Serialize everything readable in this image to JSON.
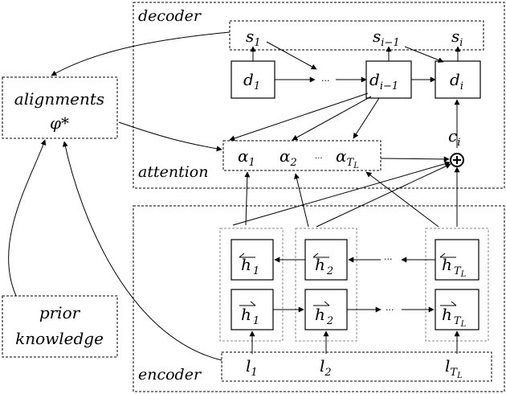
{
  "regions": {
    "decoder": "decoder",
    "attention": "attention",
    "encoder": "encoder"
  },
  "left_boxes": {
    "alignments_line1": "alignments",
    "alignments_line2": "φ*",
    "prior_line1": "prior",
    "prior_line2": "knowledge"
  },
  "decoder": {
    "s1": "s",
    "s1_sub": "1",
    "s_im1": "s",
    "s_im1_sub": "i−1",
    "s_i": "s",
    "s_i_sub": "i",
    "d1": "d",
    "d1_sub": "1",
    "d_im1": "d",
    "d_im1_sub": "i−1",
    "d_i": "d",
    "d_i_sub": "i",
    "ellipsis": "···"
  },
  "attention": {
    "a1": "α",
    "a1_sub": "1",
    "a2": "α",
    "a2_sub": "2",
    "aT": "α",
    "aT_sub": "T",
    "aT_subsub": "L",
    "ellipsis": "···",
    "c_i": "c",
    "c_i_sub": "i",
    "sum_symbol": "⊕"
  },
  "encoder": {
    "hb1": "h",
    "hb1_sub": "1",
    "hb2": "h",
    "hb2_sub": "2",
    "hbT": "h",
    "hbT_sub": "T",
    "hbT_subsub": "L",
    "hf1": "h",
    "hf1_sub": "1",
    "hf2": "h",
    "hf2_sub": "2",
    "hfT": "h",
    "hfT_sub": "T",
    "hfT_subsub": "L",
    "l1": "l",
    "l1_sub": "1",
    "l2": "l",
    "l2_sub": "2",
    "lT": "l",
    "lT_sub": "T",
    "lT_subsub": "L",
    "ellipsis": "···"
  }
}
